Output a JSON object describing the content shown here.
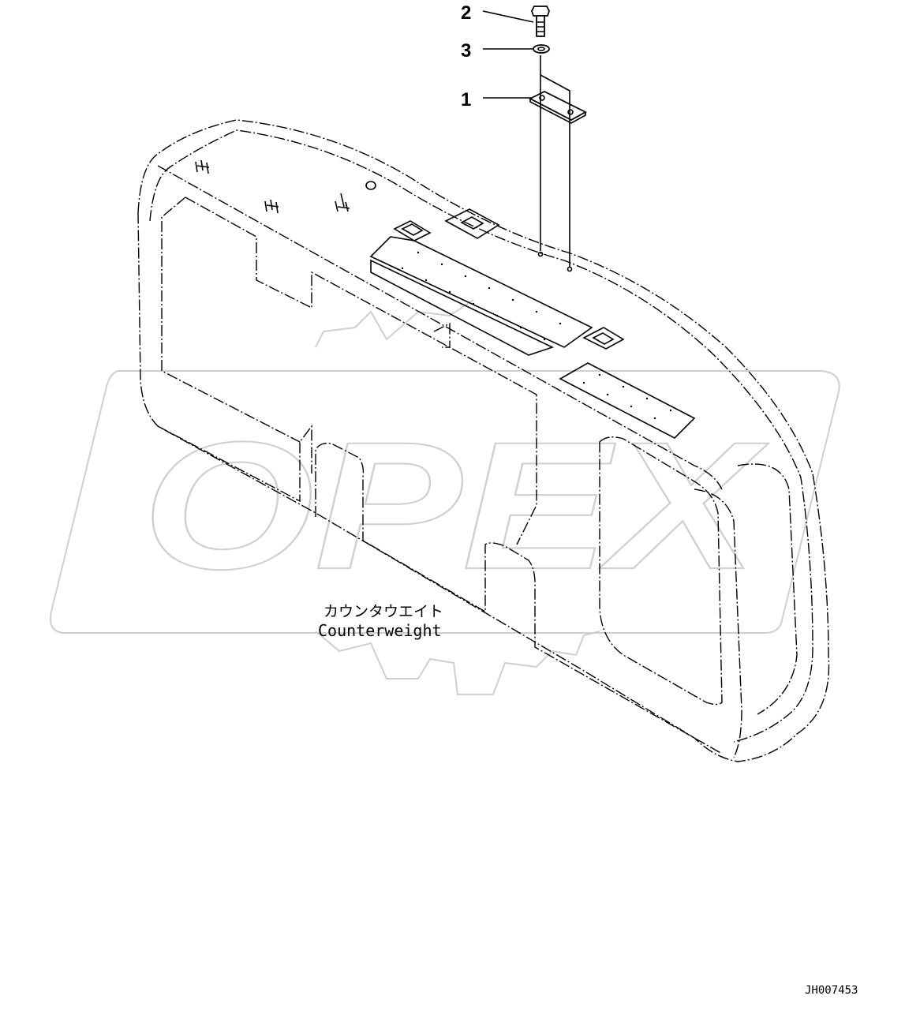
{
  "callouts": [
    {
      "number": "2",
      "part": "bolt"
    },
    {
      "number": "3",
      "part": "washer"
    },
    {
      "number": "1",
      "part": "plate"
    }
  ],
  "labels": {
    "name_jp": "カウンタウエイト",
    "name_en": "Counterweight"
  },
  "watermark": {
    "text": "OPEX"
  },
  "drawing_code": "JH007453"
}
